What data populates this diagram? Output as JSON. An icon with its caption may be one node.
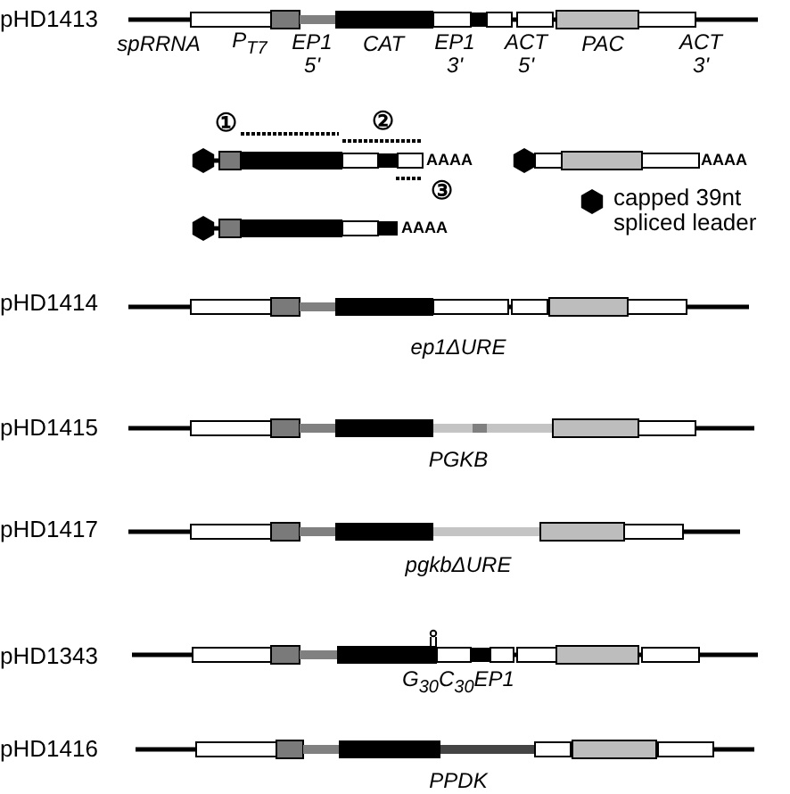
{
  "diagram": {
    "labels": [
      "pHD1413",
      "spRRNA",
      "P$_{T7}$",
      "EP1 5'",
      "CAT",
      "EP1 3'",
      "ACT 5'",
      "PAC",
      "ACT 3'",
      "①",
      "②",
      "AAAA",
      "AAAA",
      "③",
      "AAAA",
      "pHD1414",
      "ep1ΔURE",
      "pHD1415",
      "PGKB",
      "pHD1417",
      "pgkbΔURE",
      "pHD1343",
      "G$_{30}$C$_{30}$EP1",
      "pHD1416",
      "PPDK"
    ],
    "legend": [
      {
        "text": "capped 39nt spliced leader"
      }
    ]
  }
}
